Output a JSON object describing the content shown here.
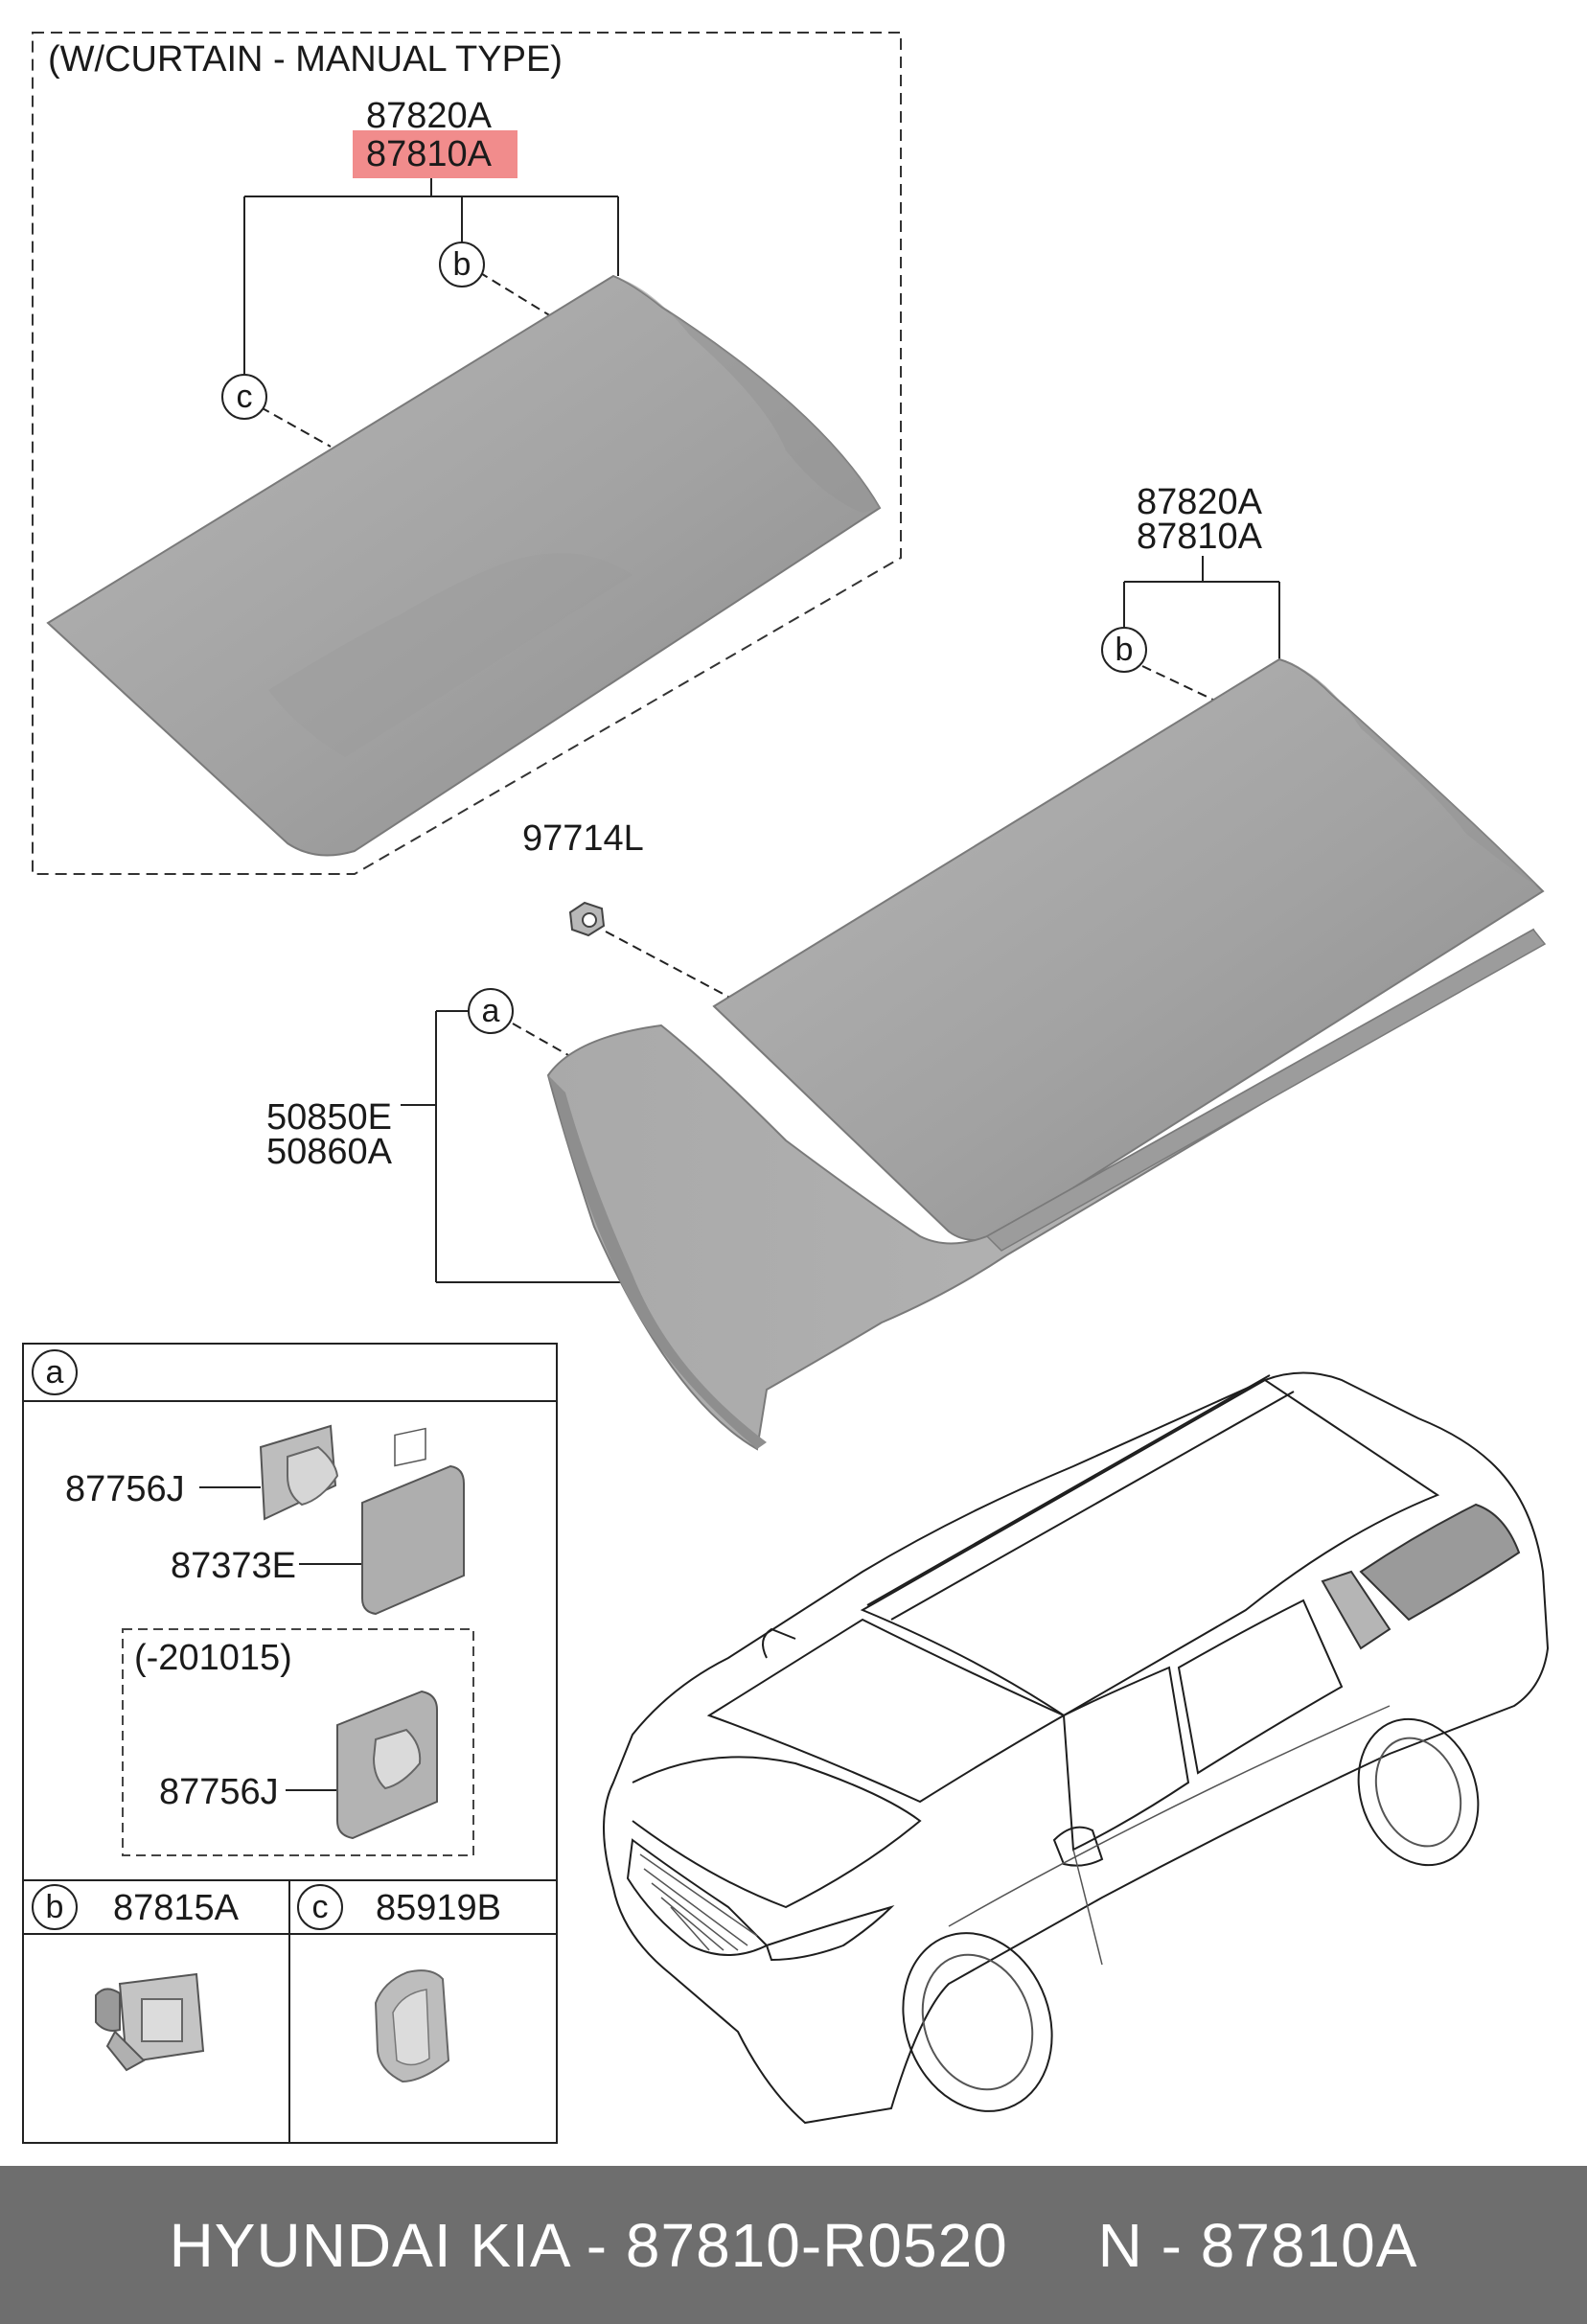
{
  "variant_box": {
    "title": "(W/CURTAIN - MANUAL TYPE)",
    "part_top": "87820A",
    "part_highlight": "87810A",
    "callout_b": "b",
    "callout_c": "c"
  },
  "glass_main": {
    "part_top": "87820A",
    "part_bottom": "87810A",
    "callout_b": "b"
  },
  "nut": {
    "part": "97714L"
  },
  "moulding": {
    "callout_a": "a",
    "part_top": "50850E",
    "part_bottom": "50860A"
  },
  "detail_a": {
    "callout": "a",
    "part_clip": "87756J",
    "part_pad": "87373E",
    "variant_label": "(-201015)",
    "part_clip_variant": "87756J"
  },
  "detail_b": {
    "callout": "b",
    "part": "87815A"
  },
  "detail_c": {
    "callout": "c",
    "part": "85919B"
  },
  "footer": {
    "brand_part": "HYUNDAI KIA - 87810-R0520",
    "ref": "N - 87810A"
  },
  "colors": {
    "highlight": "#f08080",
    "part_fill": "#a3a3a3",
    "footer_bg": "#6e6e6e"
  }
}
